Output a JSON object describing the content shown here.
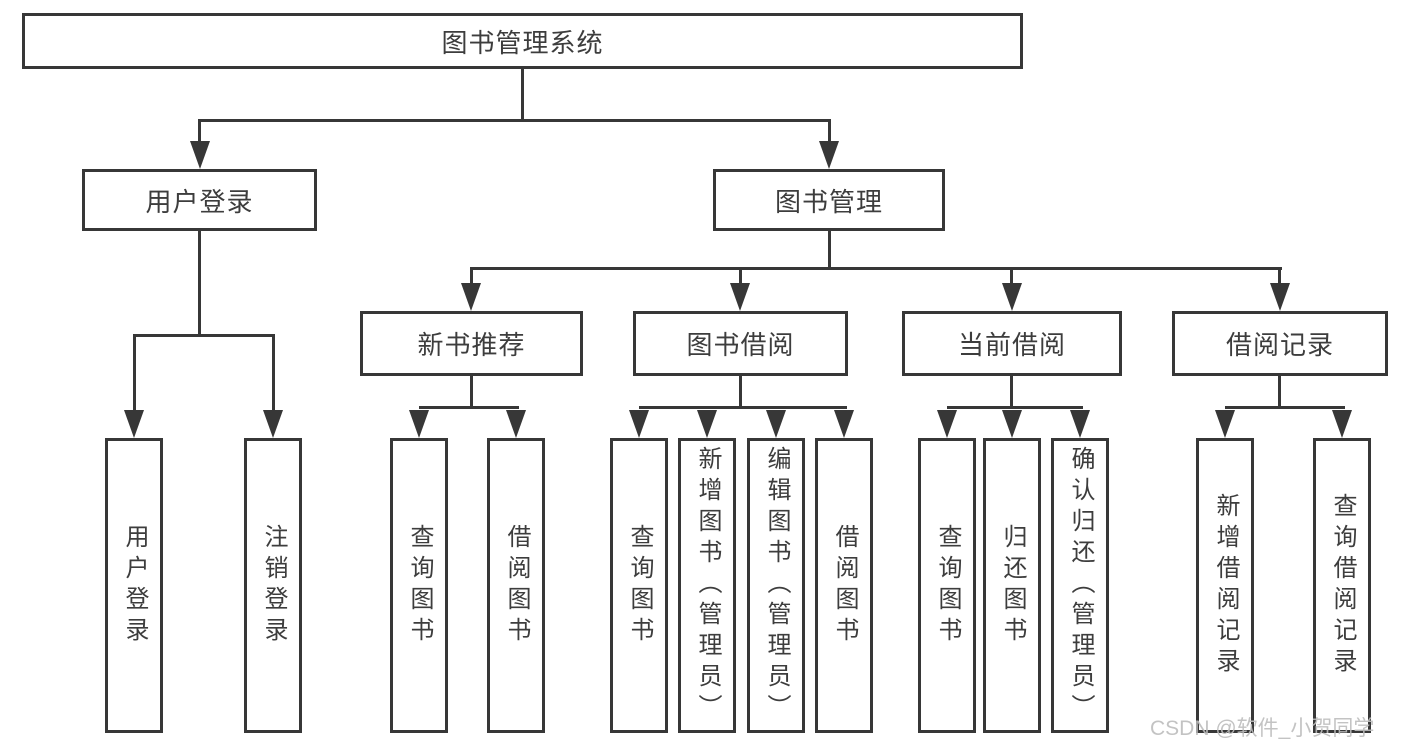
{
  "colors": {
    "line": "#373737",
    "text": "#3d3d3d",
    "box_background": "#ffffff",
    "watermark": "#bdbdbd"
  },
  "diagram": {
    "root": {
      "label": "图书管理系统"
    },
    "level2": [
      {
        "label": "用户登录",
        "children": [
          "用户登录",
          "注销登录"
        ]
      },
      {
        "label": "图书管理",
        "children": [
          {
            "label": "新书推荐",
            "items": [
              "查询图书",
              "借阅图书"
            ]
          },
          {
            "label": "图书借阅",
            "items": [
              "查询图书",
              "新增图书（管理员）",
              "编辑图书（管理员）",
              "借阅图书"
            ]
          },
          {
            "label": "当前借阅",
            "items": [
              "查询图书",
              "归还图书",
              "确认归还（管理员）"
            ]
          },
          {
            "label": "借阅记录",
            "items": [
              "新增借阅记录",
              "查询借阅记录"
            ]
          }
        ]
      }
    ],
    "watermark": "CSDN @软件_小贺同学"
  }
}
